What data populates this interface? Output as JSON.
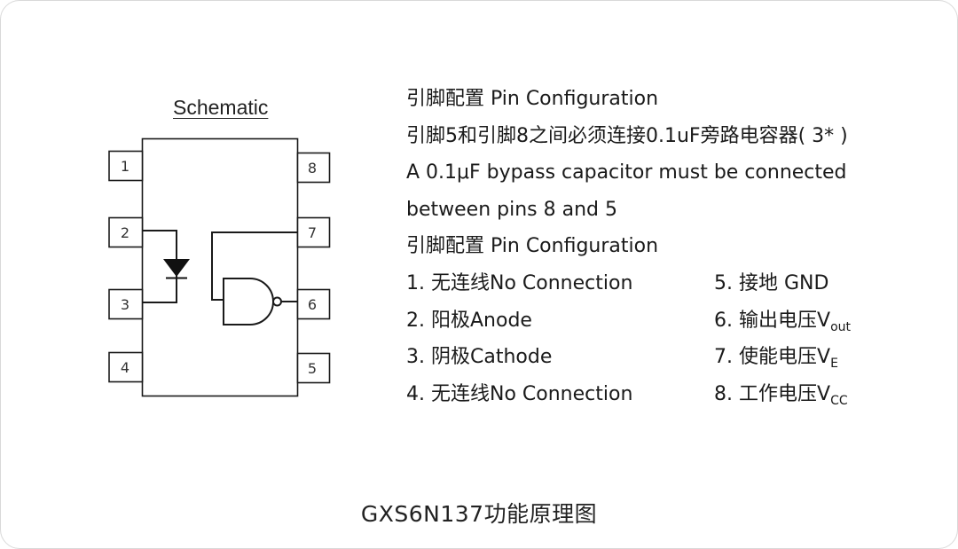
{
  "schematic": {
    "title": "Schematic",
    "left_pins": [
      "1",
      "2",
      "3",
      "4"
    ],
    "right_pins": [
      "8",
      "7",
      "6",
      "5"
    ],
    "components": [
      "photodiode",
      "nand-gate"
    ]
  },
  "notes": {
    "heading": "引脚配置 Pin Configuration",
    "cn_note": "引脚5和引脚8之间必须连接0.1uF旁路电容器( 3* )",
    "en_note_line1": "A 0.1μF bypass capacitor must be connected",
    "en_note_line2": "between pins 8 and 5"
  },
  "pin_config": {
    "heading": "引脚配置 Pin Configuration",
    "pins": [
      {
        "num": "1.",
        "text": "无连线No Connection",
        "sub": ""
      },
      {
        "num": "2.",
        "text": "阳极Anode",
        "sub": ""
      },
      {
        "num": "3.",
        "text": "阴极Cathode",
        "sub": ""
      },
      {
        "num": "4.",
        "text": "无连线No Connection",
        "sub": ""
      },
      {
        "num": "5.",
        "text": "接地 GND",
        "sub": ""
      },
      {
        "num": "6.",
        "text": "输出电压V",
        "sub": "out"
      },
      {
        "num": "7.",
        "text": "使能电压V",
        "sub": "E"
      },
      {
        "num": "8.",
        "text": "工作电压V",
        "sub": "CC"
      }
    ]
  },
  "caption": "GXS6N137功能原理图",
  "colors": {
    "line": "#1a1a1a",
    "text": "#1a1a1a",
    "border": "#d9d9d9",
    "background": "#ffffff"
  }
}
